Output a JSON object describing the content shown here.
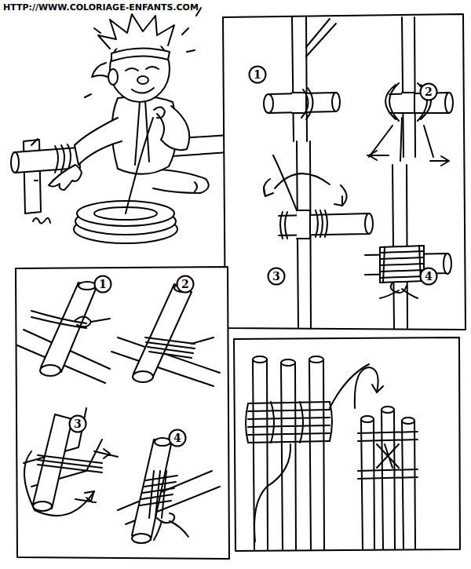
{
  "diagram": {
    "nodes": [
      {
        "text": [
          "1"
        ]
      },
      {
        "text": [
          "2"
        ]
      },
      {
        "text": [
          "3"
        ]
      },
      {
        "text": [
          "4"
        ]
      },
      {
        "text": [
          "1"
        ]
      },
      {
        "text": [
          "2"
        ]
      },
      {
        "text": [
          "3"
        ]
      },
      {
        "text": [
          "4"
        ]
      }
    ],
    "labels": [
      "HTTP://WWW.COLORIAGE-ENFANTS.COM"
    ]
  }
}
